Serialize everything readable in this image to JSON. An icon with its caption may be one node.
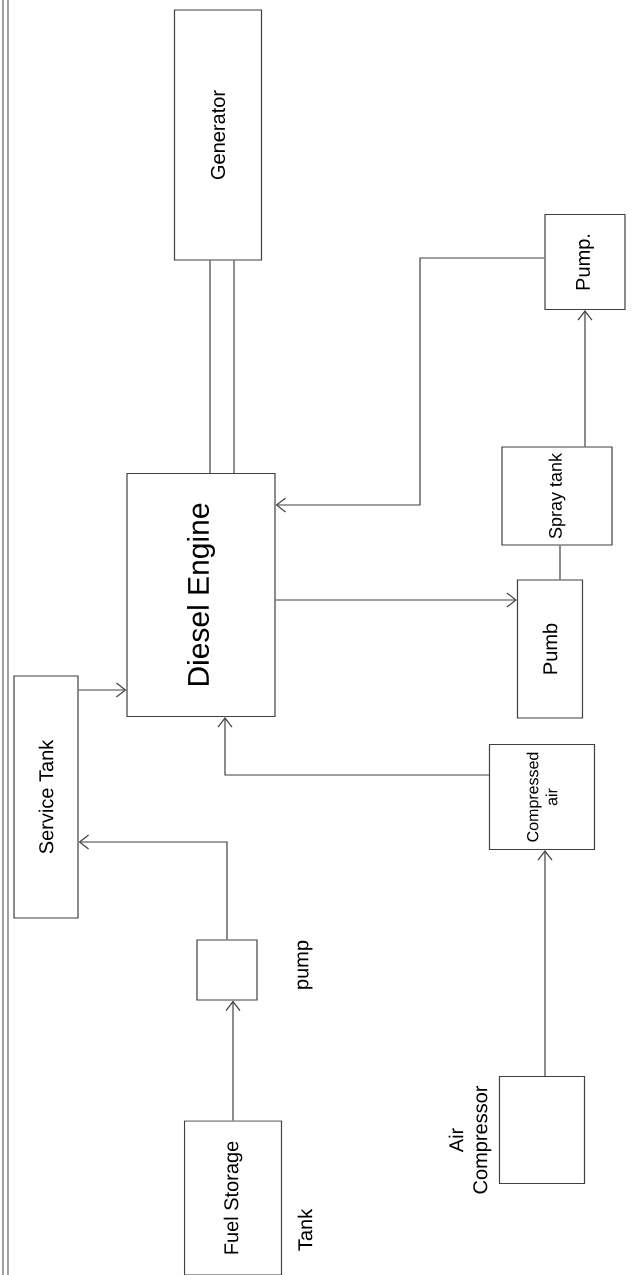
{
  "diagram": {
    "nodes": [
      {
        "text": [
          "Generator"
        ]
      },
      {
        "text": [
          "Diesel Engine"
        ]
      },
      {
        "text": [
          "Service Tank"
        ]
      },
      {
        "text": [],
        "shape": "box",
        "beside": [
          "pump"
        ]
      },
      {
        "text": [
          "Fuel Storage"
        ],
        "beside": [
          "Tank"
        ]
      },
      {
        "text": [],
        "shape": "box",
        "beside": [
          "Air Compressor"
        ]
      },
      {
        "text": [
          "Compressed air"
        ]
      },
      {
        "text": [
          "Pumb"
        ]
      },
      {
        "text": [
          "Spray tank"
        ]
      },
      {
        "text": [
          "Pump."
        ]
      }
    ],
    "edges": [
      {
        "from": 1,
        "to": 0,
        "arrow": "none"
      },
      {
        "from": 1,
        "to": 0,
        "arrow": "none"
      },
      {
        "from": 4,
        "to": 3,
        "arrow": "to"
      },
      {
        "from": 3,
        "to": 2,
        "arrow": "to"
      },
      {
        "from": 2,
        "to": 1,
        "arrow": "to"
      },
      {
        "from": 5,
        "to": 6,
        "arrow": "to"
      },
      {
        "from": 6,
        "to": 1,
        "arrow": "to"
      },
      {
        "from": 1,
        "to": 7,
        "arrow": "to"
      },
      {
        "from": 7,
        "to": 8,
        "arrow": "none"
      },
      {
        "from": 8,
        "to": 9,
        "arrow": "to"
      },
      {
        "from": 9,
        "to": 1,
        "arrow": "to"
      }
    ]
  }
}
